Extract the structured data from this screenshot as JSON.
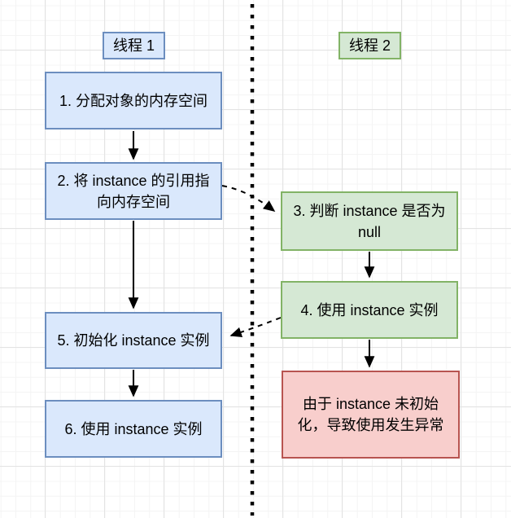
{
  "diagram": {
    "title_hint": "double-checked-locking instruction reordering flow",
    "lanes": {
      "thread1": {
        "label": "线程 1"
      },
      "thread2": {
        "label": "线程 2"
      }
    },
    "nodes": {
      "step1": {
        "label": "1. 分配对象的内存空间",
        "color": "blue"
      },
      "step2": {
        "label": "2. 将 instance 的引用指向内存空间",
        "color": "blue"
      },
      "step3": {
        "label": "3. 判断 instance 是否为 null",
        "color": "green"
      },
      "step4": {
        "label": "4. 使用 instance 实例",
        "color": "green"
      },
      "step5": {
        "label": "5. 初始化 instance 实例",
        "color": "blue"
      },
      "step6": {
        "label": "6. 使用 instance 实例",
        "color": "blue"
      },
      "error": {
        "label": "由于 instance 未初始化，导致使用发生异常",
        "color": "red"
      }
    },
    "edges": [
      {
        "from": "step1",
        "to": "step2",
        "style": "solid"
      },
      {
        "from": "step2",
        "to": "step3",
        "style": "dashed"
      },
      {
        "from": "step2",
        "to": "step5",
        "style": "solid"
      },
      {
        "from": "step3",
        "to": "step4",
        "style": "solid"
      },
      {
        "from": "step4",
        "to": "step5",
        "style": "dashed"
      },
      {
        "from": "step4",
        "to": "error",
        "style": "solid"
      },
      {
        "from": "step5",
        "to": "step6",
        "style": "solid"
      }
    ],
    "colors": {
      "blue_fill": "#dae8fc",
      "blue_border": "#6c8ebf",
      "green_fill": "#d5e8d4",
      "green_border": "#82b366",
      "red_fill": "#f8cecc",
      "red_border": "#b85450",
      "arrow": "#000000",
      "grid_minor": "#f4f4f4",
      "grid_major": "#e3e3e3"
    }
  }
}
